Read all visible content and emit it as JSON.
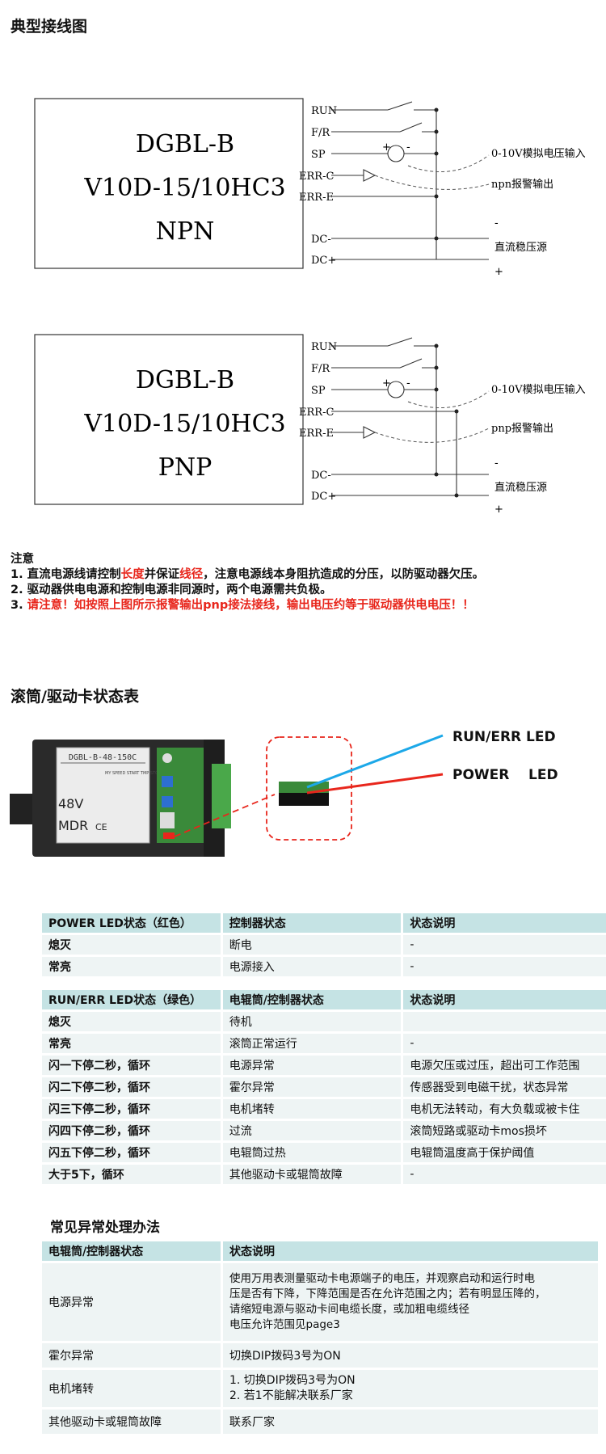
{
  "section1_title": "典型接线图",
  "diagram_npn": {
    "model_line1": "DGBL-B",
    "model_line2": "V10D-15/10HC3",
    "type": "NPN",
    "terminals": [
      "RUN",
      "F/R",
      "SP",
      "ERR-C",
      "ERR-E",
      "DC-",
      "DC+"
    ],
    "plus": "+",
    "minus": "-",
    "label_analog": "0-10V模拟电压输入",
    "label_alarm": "npn报警输出",
    "label_neg": "-",
    "label_power": "直流稳压源",
    "label_pos": "+"
  },
  "diagram_pnp": {
    "model_line1": "DGBL-B",
    "model_line2": "V10D-15/10HC3",
    "type": "PNP",
    "terminals": [
      "RUN",
      "F/R",
      "SP",
      "ERR-C",
      "ERR-E",
      "DC-",
      "DC+"
    ],
    "plus": "+",
    "minus": "-",
    "label_analog": "0-10V模拟电压输入",
    "label_alarm": "pnp报警输出",
    "label_neg": "-",
    "label_power": "直流稳压源",
    "label_pos": "+"
  },
  "notes": {
    "title": "注意",
    "n1_a": "1. 直流电源线请控制",
    "n1_b": "长度",
    "n1_c": "并保证",
    "n1_d": "线径",
    "n1_e": "，注意电源线本身阻抗造成的分压，以防驱动器欠压。",
    "n2": "2. 驱动器供电电源和控制电源非同源时，两个电源需共负极。",
    "n3_a": "3. ",
    "n3_b": "请注意！如按照上图所示报警输出pnp接法接线，输出电压约等于驱动器供电电压！！"
  },
  "section2_title": "滚筒/驱动卡状态表",
  "device": {
    "label_top": "DGBL-B-48-150C",
    "voltage": "48V",
    "brand": "MDR",
    "ce": "CE",
    "tiny_text": "MY SPEED START TMP STOP TIME",
    "led1_label": "RUN/ERR LED",
    "led2_label": "POWER    LED",
    "led_red": "#e8261c",
    "led_blue": "#1ca8e8"
  },
  "power_table": {
    "headers": [
      "POWER LED状态（红色）",
      "控制器状态",
      "状态说明"
    ],
    "rows": [
      [
        "熄灭",
        "断电",
        "-"
      ],
      [
        "常亮",
        "电源接入",
        "-"
      ]
    ]
  },
  "run_table": {
    "headers": [
      "RUN/ERR LED状态（绿色）",
      "电辊筒/控制器状态",
      "状态说明"
    ],
    "rows": [
      [
        "熄灭",
        "待机",
        ""
      ],
      [
        "常亮",
        "滚筒正常运行",
        "-"
      ],
      [
        "闪一下停二秒，循环",
        "电源异常",
        "电源欠压或过压，超出可工作范围"
      ],
      [
        "闪二下停二秒，循环",
        "霍尔异常",
        "传感器受到电磁干扰，状态异常"
      ],
      [
        "闪三下停二秒，循环",
        "电机堵转",
        "电机无法转动，有大负载或被卡住"
      ],
      [
        "闪四下停二秒，循环",
        "过流",
        "滚筒短路或驱动卡mos损坏"
      ],
      [
        "闪五下停二秒，循环",
        "电辊筒过热",
        "电辊筒温度高于保护阈值"
      ],
      [
        "大于5下，循环",
        "其他驱动卡或辊筒故障",
        "-"
      ]
    ]
  },
  "section3_title": "常见异常处理办法",
  "fix_table": {
    "headers": [
      "电辊筒/控制器状态",
      "状态说明"
    ],
    "rows": [
      {
        "state": "电源异常",
        "lines": [
          "使用万用表测量驱动卡电源端子的电压，并观察启动和运行时电",
          "压是否有下降，下降范围是否在允许范围之内；若有明显压降的，",
          "请缩短电源与驱动卡间电缆长度，或加粗电缆线径",
          "电压允许范围见page3"
        ]
      },
      {
        "state": "霍尔异常",
        "lines": [
          "切换DIP拨码3号为ON"
        ]
      },
      {
        "state": "电机堵转",
        "lines": [
          "1. 切换DIP拨码3号为ON",
          "2. 若1不能解决联系厂家"
        ]
      },
      {
        "state": "其他驱动卡或辊筒故障",
        "lines": [
          "联系厂家"
        ]
      }
    ]
  }
}
